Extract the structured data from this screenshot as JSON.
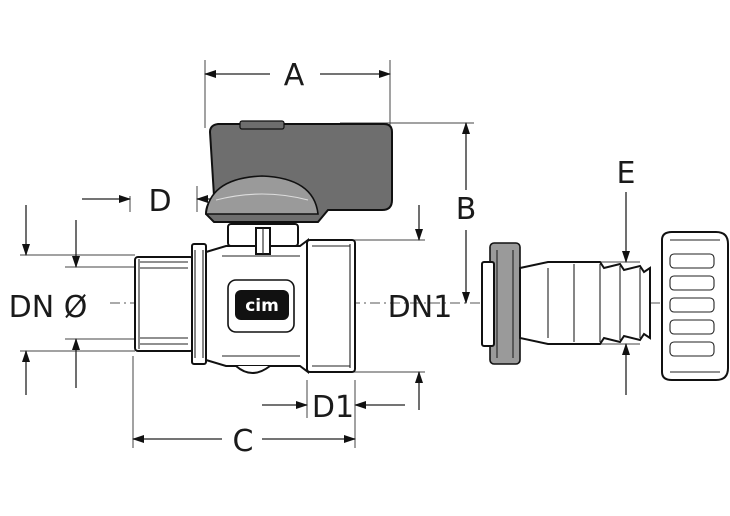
{
  "labels": {
    "A": "A",
    "B": "B",
    "C": "C",
    "D": "D",
    "D1": "D1",
    "DN": "DN Ø",
    "DN1": "DN1",
    "E": "E"
  },
  "logo": "cim",
  "colors": {
    "line": "#111111",
    "handle_fill": "#6e6e6e",
    "ring_fill": "#9a9a9a",
    "background": "#ffffff"
  }
}
